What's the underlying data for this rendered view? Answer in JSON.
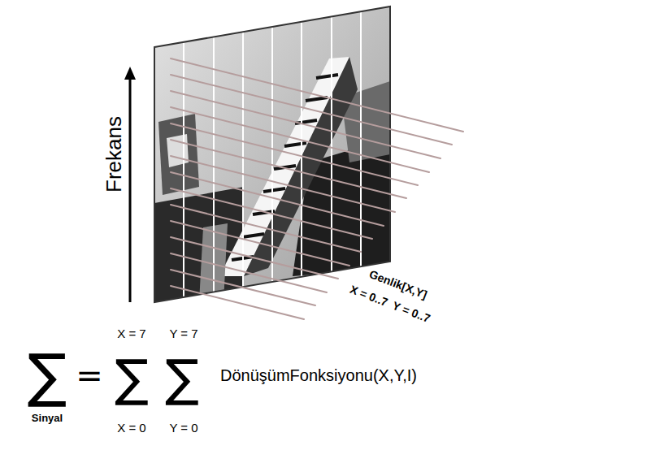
{
  "diagram": {
    "labels": [
      "Frekans",
      "Genlik[X,Y]",
      "X = 0..7  Y = 0..7",
      "∑",
      "Sinyal",
      "=",
      "X = 7",
      "Y = 7",
      "∑",
      "∑",
      "X = 0",
      "Y = 0",
      "DönüşümFonksiyonu(X,Y,I)"
    ]
  }
}
